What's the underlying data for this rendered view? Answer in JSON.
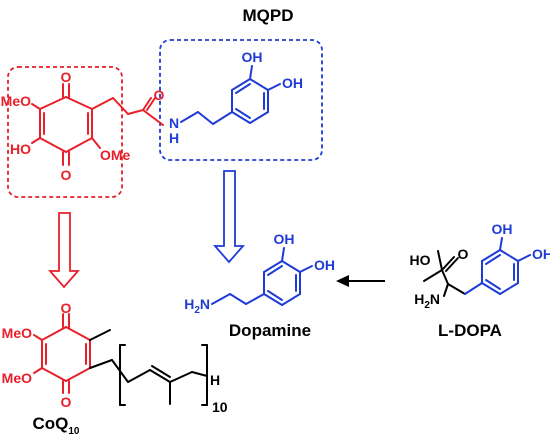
{
  "labels": {
    "mqpd": "MQPD",
    "dopamine": "Dopamine",
    "ldopa": "L-DOPA",
    "coq_main": "CoQ",
    "coq_sub": "10"
  },
  "atoms": {
    "meo": "MeO",
    "ome": "OMe",
    "ho": "HO",
    "oh": "OH",
    "o": "O",
    "n": "N",
    "h": "H",
    "h2n": "H2N",
    "n10": "10"
  },
  "colors": {
    "coq_red": "#e8202a",
    "dopamine_blue": "#1f3bd6",
    "black": "#000000"
  }
}
